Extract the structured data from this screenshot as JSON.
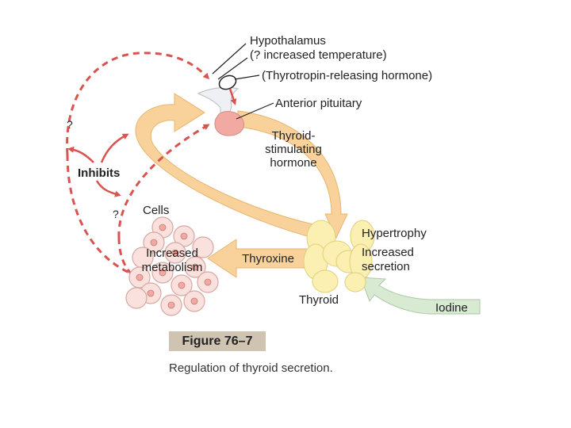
{
  "labels": {
    "hypothalamus": "Hypothalamus",
    "increased_temperature": "(? increased temperature)",
    "trh": "(Thyrotropin-releasing hormone)",
    "anterior_pituitary": "Anterior pituitary",
    "tsh_line1": "Thyroid-",
    "tsh_line2": "stimulating",
    "tsh_line3": "hormone",
    "question_top": "?",
    "question_bottom": "?",
    "inhibits": "Inhibits",
    "cells": "Cells",
    "increased_metabolism_line1": "Increased",
    "increased_metabolism_line2": "metabolism",
    "thyroxine": "Thyroxine",
    "hypertrophy": "Hypertrophy",
    "increased_secretion_line1": "Increased",
    "increased_secretion_line2": "secretion",
    "thyroid": "Thyroid",
    "iodine": "Iodine"
  },
  "figure": {
    "number": "Figure 76–7",
    "caption": "Regulation of thyroid secretion."
  },
  "colors": {
    "main_arrow": "#f9d29b",
    "main_arrow_stroke": "#e8b46e",
    "inhibit_red": "#d9534f",
    "iodine_arrow": "#d8ead2",
    "iodine_stroke": "#a9c9a0",
    "thyroid_fill": "#fbefb1",
    "cell_fill": "#fbe1dd",
    "pituitary": "#f2a9a2"
  }
}
